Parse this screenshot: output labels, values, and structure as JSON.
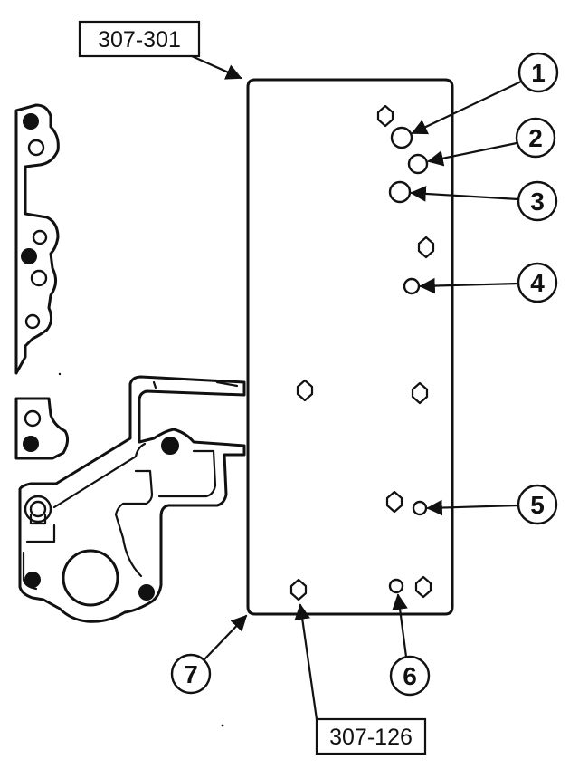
{
  "labels": {
    "tool_top": "307-301",
    "tool_bottom": "307-126"
  },
  "callouts": [
    "1",
    "2",
    "3",
    "4",
    "5",
    "6",
    "7"
  ]
}
